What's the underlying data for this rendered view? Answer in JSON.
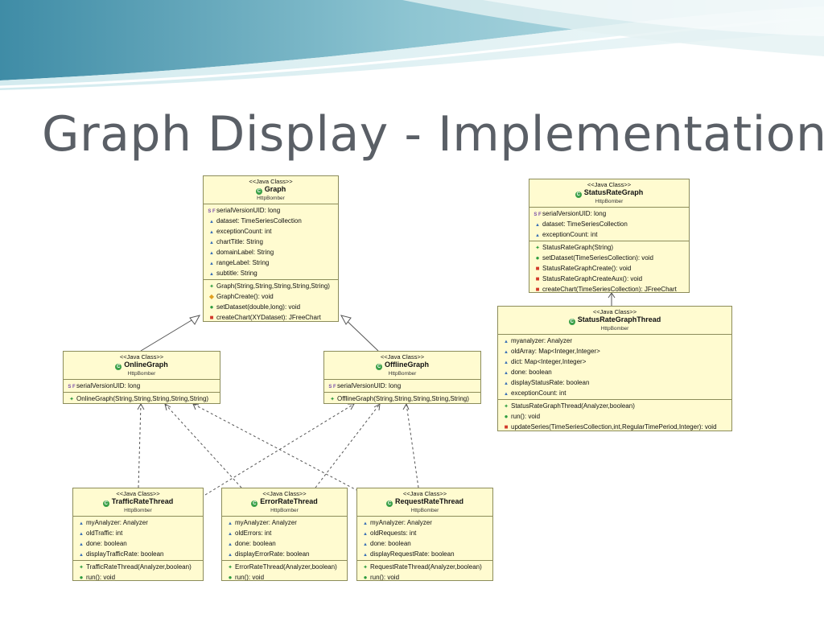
{
  "slide": {
    "title": "Graph Display - Implementation"
  },
  "icons": {
    "class": "green-circle-class-icon",
    "field": "blue-triangle-icon",
    "public_method": "green-circle-icon",
    "private_method": "red-square-icon",
    "protected_method": "yellow-diamond-icon",
    "static_final": "sf-icon",
    "constructor": "constructor-icon"
  },
  "colors": {
    "class_fill": "#fffbd0",
    "class_border": "#8c8c5a",
    "title_text": "#5a5f66",
    "arrow": "#555555"
  },
  "classes": {
    "graph": {
      "stereotype": "<<Java Class>>",
      "name": "Graph",
      "package": "HttpBomber",
      "fields": [
        {
          "icon": "sf",
          "text": "serialVersionUID: long"
        },
        {
          "icon": "tri",
          "text": "dataset: TimeSeriesCollection"
        },
        {
          "icon": "tri",
          "text": "exceptionCount: int"
        },
        {
          "icon": "tri",
          "text": "chartTitle: String"
        },
        {
          "icon": "tri",
          "text": "domainLabel: String"
        },
        {
          "icon": "tri",
          "text": "rangeLabel: String"
        },
        {
          "icon": "tri",
          "text": "subtitle: String"
        }
      ],
      "methods": [
        {
          "icon": "ctor",
          "text": "Graph(String,String,String,String,String)"
        },
        {
          "icon": "dia",
          "text": "GraphCreate(): void"
        },
        {
          "icon": "circ",
          "text": "setDataset(double,long): void"
        },
        {
          "icon": "sq",
          "text": "createChart(XYDataset): JFreeChart"
        }
      ]
    },
    "online": {
      "stereotype": "<<Java Class>>",
      "name": "OnlineGraph",
      "package": "HttpBomber",
      "fields": [
        {
          "icon": "sf",
          "text": "serialVersionUID: long"
        }
      ],
      "methods": [
        {
          "icon": "ctor",
          "text": "OnlineGraph(String,String,String,String,String)"
        }
      ]
    },
    "offline": {
      "stereotype": "<<Java Class>>",
      "name": "OfflineGraph",
      "package": "HttpBomber",
      "fields": [
        {
          "icon": "sf",
          "text": "serialVersionUID: long"
        }
      ],
      "methods": [
        {
          "icon": "ctor",
          "text": "OfflineGraph(String,String,String,String,String)"
        }
      ]
    },
    "statusgraph": {
      "stereotype": "<<Java Class>>",
      "name": "StatusRateGraph",
      "package": "HttpBomber",
      "fields": [
        {
          "icon": "sf",
          "text": "serialVersionUID: long"
        },
        {
          "icon": "tri",
          "text": "dataset: TimeSeriesCollection"
        },
        {
          "icon": "tri",
          "text": "exceptionCount: int"
        }
      ],
      "methods": [
        {
          "icon": "ctor",
          "text": "StatusRateGraph(String)"
        },
        {
          "icon": "circ",
          "text": "setDataset(TimeSeriesCollection): void"
        },
        {
          "icon": "sq",
          "text": "StatusRateGraphCreate(): void"
        },
        {
          "icon": "sq",
          "text": "StatusRateGraphCreateAux(): void"
        },
        {
          "icon": "sq",
          "text": "createChart(TimeSeriesCollection): JFreeChart"
        }
      ]
    },
    "statusthread": {
      "stereotype": "<<Java Class>>",
      "name": "StatusRateGraphThread",
      "package": "HttpBomber",
      "fields": [
        {
          "icon": "tri",
          "text": "myanalyzer: Analyzer"
        },
        {
          "icon": "tri",
          "text": "oldArray: Map<Integer,Integer>"
        },
        {
          "icon": "tri",
          "text": "dict: Map<Integer,Integer>"
        },
        {
          "icon": "tri",
          "text": "done: boolean"
        },
        {
          "icon": "tri",
          "text": "displayStatusRate: boolean"
        },
        {
          "icon": "tri",
          "text": "exceptionCount: int"
        }
      ],
      "methods": [
        {
          "icon": "ctor",
          "text": "StatusRateGraphThread(Analyzer,boolean)"
        },
        {
          "icon": "circ",
          "text": "run(): void"
        },
        {
          "icon": "sq",
          "text": "updateSeries(TimeSeriesCollection,int,RegularTimePeriod,Integer): void"
        }
      ]
    },
    "traffic": {
      "stereotype": "<<Java Class>>",
      "name": "TrafficRateThread",
      "package": "HttpBomber",
      "fields": [
        {
          "icon": "tri",
          "text": "myAnalyzer: Analyzer"
        },
        {
          "icon": "tri",
          "text": "oldTraffic: int"
        },
        {
          "icon": "tri",
          "text": "done: boolean"
        },
        {
          "icon": "tri",
          "text": "displayTrafficRate: boolean"
        }
      ],
      "methods": [
        {
          "icon": "ctor",
          "text": "TrafficRateThread(Analyzer,boolean)"
        },
        {
          "icon": "circ",
          "text": "run(): void"
        }
      ]
    },
    "error": {
      "stereotype": "<<Java Class>>",
      "name": "ErrorRateThread",
      "package": "HttpBomber",
      "fields": [
        {
          "icon": "tri",
          "text": "myAnalyzer: Analyzer"
        },
        {
          "icon": "tri",
          "text": "oldErrors: int"
        },
        {
          "icon": "tri",
          "text": "done: boolean"
        },
        {
          "icon": "tri",
          "text": "displayErrorRate: boolean"
        }
      ],
      "methods": [
        {
          "icon": "ctor",
          "text": "ErrorRateThread(Analyzer,boolean)"
        },
        {
          "icon": "circ",
          "text": "run(): void"
        }
      ]
    },
    "request": {
      "stereotype": "<<Java Class>>",
      "name": "RequestRateThread",
      "package": "HttpBomber",
      "fields": [
        {
          "icon": "tri",
          "text": "myAnalyzer: Analyzer"
        },
        {
          "icon": "tri",
          "text": "oldRequests: int"
        },
        {
          "icon": "tri",
          "text": "done: boolean"
        },
        {
          "icon": "tri",
          "text": "displayRequestRate: boolean"
        }
      ],
      "methods": [
        {
          "icon": "ctor",
          "text": "RequestRateThread(Analyzer,boolean)"
        },
        {
          "icon": "circ",
          "text": "run(): void"
        }
      ]
    }
  }
}
